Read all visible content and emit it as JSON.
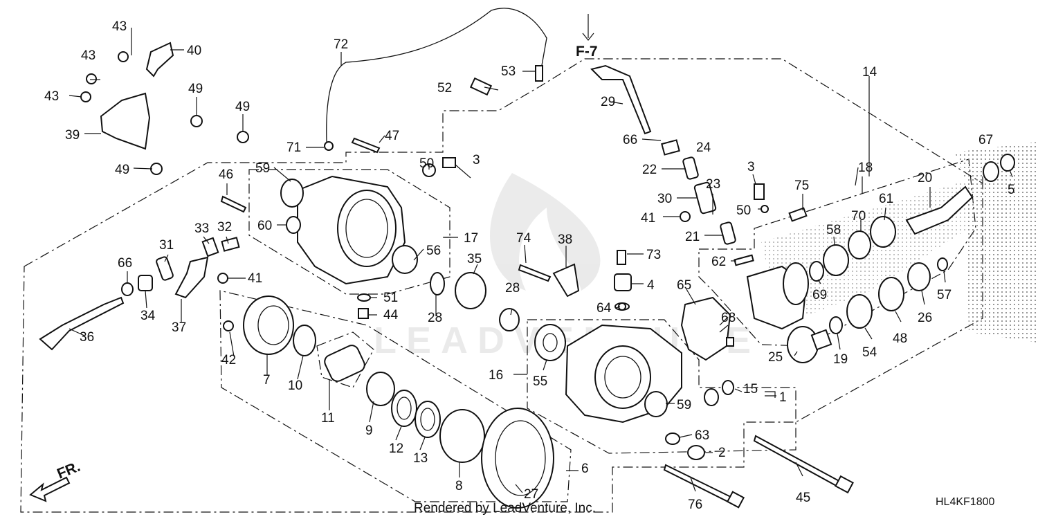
{
  "diagram": {
    "labels": {
      "p1": "1",
      "p2": "2",
      "p3": "3",
      "p3b": "3",
      "p4": "4",
      "p5": "5",
      "p6": "6",
      "p7": "7",
      "p8": "8",
      "p9": "9",
      "p10": "10",
      "p11": "11",
      "p12": "12",
      "p13": "13",
      "p14": "14",
      "p15": "15",
      "p16": "16",
      "p17": "17",
      "p18": "18",
      "p19": "19",
      "p20": "20",
      "p21": "21",
      "p22": "22",
      "p23": "23",
      "p24": "24",
      "p25": "25",
      "p26": "26",
      "p27": "27",
      "p28a": "28",
      "p28b": "28",
      "p29": "29",
      "p30": "30",
      "p31": "31",
      "p32": "32",
      "p33": "33",
      "p34": "34",
      "p35": "35",
      "p36": "36",
      "p37": "37",
      "p38": "38",
      "p39": "39",
      "p40": "40",
      "p41a": "41",
      "p41b": "41",
      "p42": "42",
      "p43a": "43",
      "p43b": "43",
      "p43c": "43",
      "p44": "44",
      "p45": "45",
      "p46": "46",
      "p47": "47",
      "p48": "48",
      "p49a": "49",
      "p49b": "49",
      "p49c": "49",
      "p50a": "50",
      "p50b": "50",
      "p51": "51",
      "p52": "52",
      "p53": "53",
      "p54": "54",
      "p55": "55",
      "p56": "56",
      "p57": "57",
      "p58": "58",
      "p59a": "59",
      "p59b": "59",
      "p60": "60",
      "p61": "61",
      "p62": "62",
      "p63": "63",
      "p64": "64",
      "p65": "65",
      "p66a": "66",
      "p66b": "66",
      "p67": "67",
      "p68": "68",
      "p69": "69",
      "p70": "70",
      "p71": "71",
      "p72": "72",
      "p73": "73",
      "p74": "74",
      "p75": "75",
      "p76": "76"
    },
    "ref_label": "F-7",
    "front_label": "FR.",
    "footer": "Rendered by LeadVenture, Inc.",
    "diagram_code": "HL4KF1800"
  }
}
